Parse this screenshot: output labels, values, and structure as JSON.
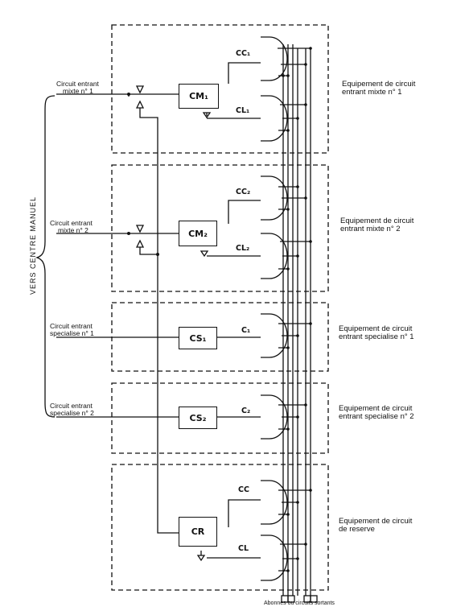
{
  "side_label": "VERS CENTRE MANUEL",
  "left_labels": [
    {
      "line1": "Circuit entrant",
      "line2": "mixte  n° 1"
    },
    {
      "line1": "Circuit entrant",
      "line2": "mixte  n° 2"
    },
    {
      "line1": "Circuit entrant",
      "line2": "specialise  n° 1"
    },
    {
      "line1": "Circuit entrant",
      "line2": "specialise  n° 2"
    }
  ],
  "right_labels": [
    {
      "line1": "Equipement de circuit",
      "line2": "entrant mixte     n° 1"
    },
    {
      "line1": "Equipement de circuit",
      "line2": "entrant mixte  n° 2"
    },
    {
      "line1": "Equipement de circuit",
      "line2": "entrant specialise  n° 1"
    },
    {
      "line1": "Equipement de circuit",
      "line2": "entrant specialise  n° 2"
    },
    {
      "line1": "Equipement de circuit",
      "line2": "de reserve"
    }
  ],
  "boxes": [
    "CM₁",
    "CM₂",
    "CS₁",
    "CS₂",
    "CR"
  ],
  "tags": [
    "CC₁",
    "CL₁",
    "CC₂",
    "CL₂",
    "C₁",
    "C₂",
    "CC",
    "CL"
  ],
  "footer": "Abonnes ou circuits sortants"
}
